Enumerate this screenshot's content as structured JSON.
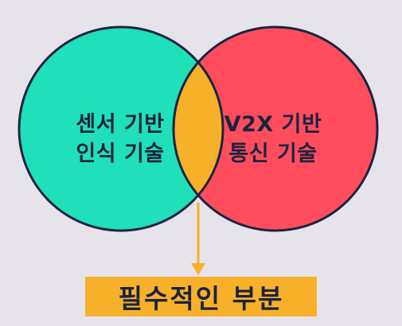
{
  "diagram": {
    "left_circle": {
      "lines": [
        "센서 기반",
        "인식 기술"
      ],
      "color": "#1fe0b8"
    },
    "right_circle": {
      "lines": [
        "V2X 기반",
        "통신 기술"
      ],
      "color": "#ff4d5e"
    },
    "intersection": {
      "color": "#f7b02a"
    },
    "callout": {
      "label": "필수적인 부분",
      "color": "#f7b02a"
    },
    "outline_color": "#1c2340",
    "background": "#e6e4ea"
  }
}
